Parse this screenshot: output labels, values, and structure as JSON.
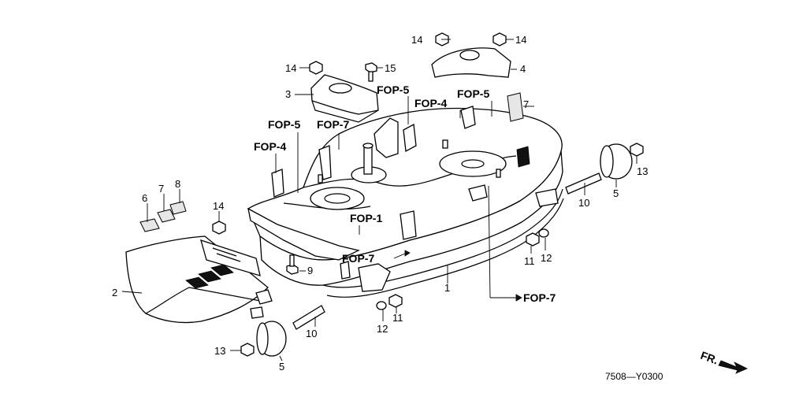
{
  "callouts": {
    "c1": "1",
    "c2": "2",
    "c3": "3",
    "c4": "4",
    "c5a": "5",
    "c5b": "5",
    "c6": "6",
    "c7a": "7",
    "c7b": "7",
    "c8": "8",
    "c9": "9",
    "c10a": "10",
    "c10b": "10",
    "c11a": "11",
    "c11b": "11",
    "c12a": "12",
    "c12b": "12",
    "c13a": "13",
    "c13b": "13",
    "c14a": "14",
    "c14b": "14",
    "c14c": "14",
    "c14d": "14",
    "c15": "15"
  },
  "refs": {
    "fop5a": "FOP-5",
    "fop5b": "FOP-5",
    "fop5c": "FOP-5",
    "fop7a": "FOP-7",
    "fop7b": "FOP-7",
    "fop7c": "FOP-7",
    "fop4a": "FOP-4",
    "fop4b": "FOP-4",
    "fop1": "FOP-1"
  },
  "diagram_code": "7508—Y0300",
  "direction_label": "FR."
}
